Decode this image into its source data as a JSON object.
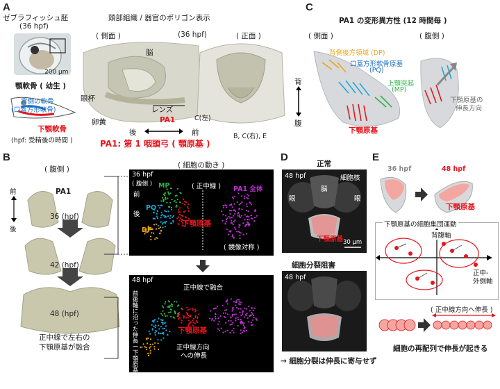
{
  "panels": {
    "a": {
      "label": "A",
      "fish_title": "ゼブラフィッシュ胚",
      "fish_hpf": "(36 hpf)",
      "scale": "200 µm",
      "larva_title": "顎軟骨 ( 幼生 )",
      "dorsal_cart1": "背側の軟骨",
      "dorsal_cart2": "(口蓋方形軟骨)",
      "ventral_cart": "下顎軟骨",
      "hpf_note": "(hpf: 受精後の時間 )",
      "render_title": "頭部組織 / 器官のポリゴン表示",
      "render_hpf": "(36 hpf)",
      "lateral": "( 側面 )",
      "frontal": "( 正面 )",
      "brain": "脳",
      "eye": "眼杯",
      "lens": "レンズ",
      "yolk": "卵黄",
      "pa1": "PA1",
      "posterior": "後",
      "anterior": "前",
      "c_left": "C(左)",
      "bce": "B, C(右), E",
      "dorsal": "背",
      "ventral": "腹",
      "caption": "PA1: 第 1 咽頭弓 ( 顎原基 )"
    },
    "b": {
      "label": "B",
      "ventral_view": "( 腹側 )",
      "pa1": "PA1",
      "anterior": "前",
      "posterior": "後",
      "t36": "36 (hpf)",
      "t42": "42 (hpf)",
      "t48": "48 (hpf)",
      "fusion1": "正中線で左右の",
      "fusion2": "下顎原基が融合",
      "cell_motion": "( 細胞の動き )",
      "top_hpf": "36 hpf",
      "top_hpf_sub": "( 腹側 )",
      "ant": "前",
      "post": "後",
      "mp": "MP",
      "pq": "PQ",
      "dp": "DP",
      "mandible": "下顎原基",
      "midline": "( 正中線 )",
      "pa1_all": "PA1 全体",
      "mirror": "( 鏡像対称 )",
      "bottom_hpf": "48 hpf",
      "fuse_mid": "正中線で融合",
      "ap_axis": "前後軸に沿った伸長 ( 下顎原基以外 )",
      "mandible2": "下顎原基",
      "elong1": "正中線方向",
      "elong2": "への伸長"
    },
    "c": {
      "label": "C",
      "title": "PA1 の変形異方性 (12 時間毎 )",
      "lateral": "( 側面 )",
      "ventral": "( 腹側 )",
      "dp": "背側後方領域 (DP)",
      "pq1": "口蓋方形軟骨原基",
      "pq2": "(PQ)",
      "mp1": "上顎突起",
      "mp2": "(MP)",
      "mandible": "下顎原基",
      "dir1": "下顎原基の",
      "dir2": "伸長方向"
    },
    "d": {
      "label": "D",
      "normal": "正常",
      "hpf1": "48 hpf",
      "nuclei": "細胞核",
      "brain": "脳",
      "eye": "眼",
      "mandible": "下顎原基",
      "scale": "30 µm",
      "inhibit": "細胞分裂阻害",
      "hpf2": "48 hpf",
      "conclusion": "→ 細胞分裂は伸長に寄与せず"
    },
    "e": {
      "label": "E",
      "hpf36": "36 hpf",
      "hpf48": "48 hpf",
      "mandible": "下顎原基",
      "motion_title": "下顎原基の細胞集団運動",
      "dv_axis": "背腹軸",
      "ml_axis1": "正中-",
      "ml_axis2": "外側軸",
      "to_midline": "( 正中線方向へ伸長 )",
      "conclusion": "細胞の再配列で伸長が起きる"
    }
  },
  "colors": {
    "red": "#e8141c",
    "blue": "#1a6fc4",
    "mp": "#2fb34a",
    "pq": "#1fa9d8",
    "dp": "#e8a619",
    "pa1_all": "#c02fd6"
  }
}
